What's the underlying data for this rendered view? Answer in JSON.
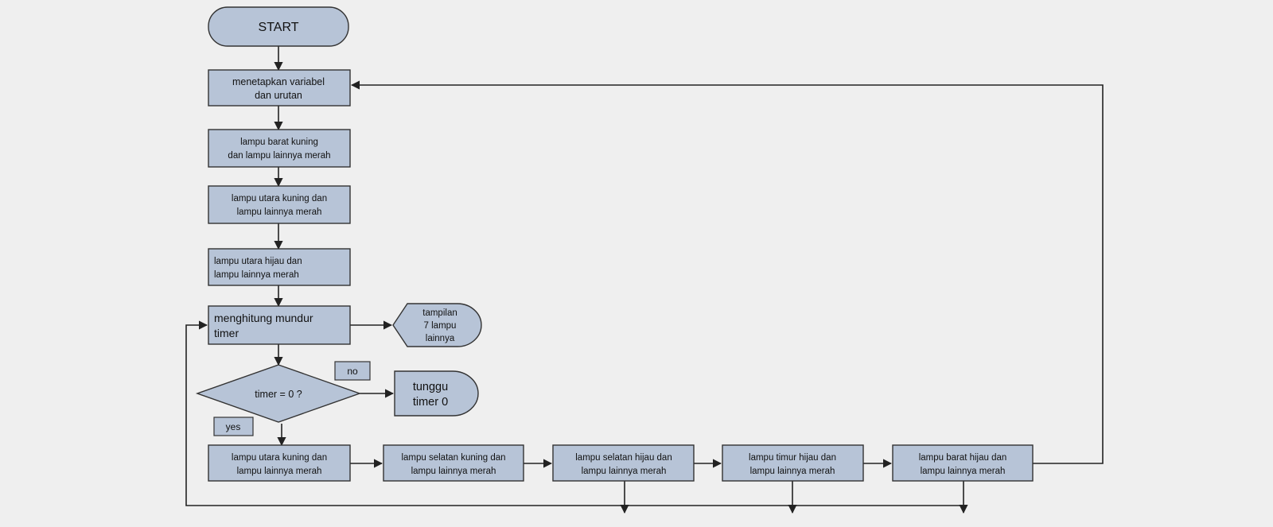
{
  "colors": {
    "node_fill": "#b7c4d7",
    "node_stroke": "#333333",
    "edge": "#222222",
    "background": "#efefef"
  },
  "nodes": {
    "start": "START",
    "set_vars": [
      "menetapkan variabel",
      "dan urutan"
    ],
    "west_yellow": [
      "lampu barat kuning",
      "dan lampu lainnya merah"
    ],
    "north_yellow_1": [
      "lampu utara kuning dan",
      "lampu lainnya merah"
    ],
    "north_green": [
      "lampu utara hijau dan",
      "lampu lainnya merah"
    ],
    "countdown": [
      "menghitung mundur",
      "timer"
    ],
    "display": [
      "tampilan",
      "7 lampu",
      "lainnya"
    ],
    "decision": "timer = 0 ?",
    "wait": [
      "tunggu",
      "timer 0"
    ],
    "north_yellow_2": [
      "lampu utara kuning dan",
      "lampu lainnya merah"
    ],
    "south_yellow": [
      "lampu selatan kuning dan",
      "lampu lainnya merah"
    ],
    "south_green": [
      "lampu selatan hijau dan",
      "lampu lainnya merah"
    ],
    "east_green": [
      "lampu timur hijau dan",
      "lampu lainnya merah"
    ],
    "west_green": [
      "lampu barat hijau dan",
      "lampu lainnya merah"
    ]
  },
  "labels": {
    "no": "no",
    "yes": "yes"
  }
}
